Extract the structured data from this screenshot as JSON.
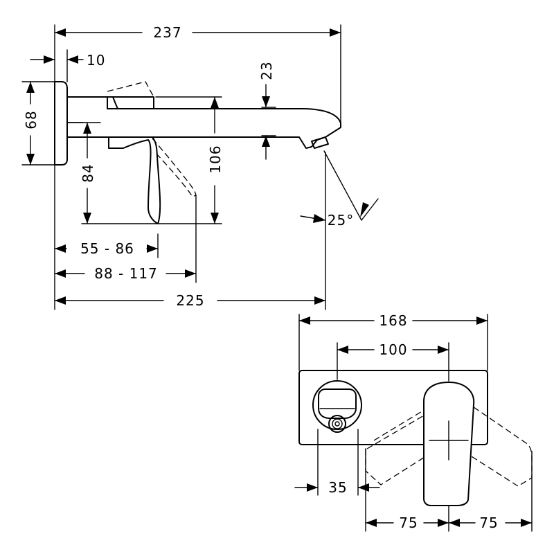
{
  "side_view": {
    "dims": {
      "overall_length": "237",
      "plate_thickness": "10",
      "plate_height": "68",
      "spout_height": "23",
      "lever_drop": "84",
      "spout_clearance": "106",
      "lever_reach": "55 - 86",
      "lever_reach_open": "88 - 117",
      "spout_reach": "225",
      "spout_angle": "25°"
    }
  },
  "front_view": {
    "dims": {
      "plate_width": "168",
      "axis_spacing": "100",
      "outlet_offset": "35",
      "lever_swing_left": "75",
      "lever_swing_right": "75"
    }
  }
}
